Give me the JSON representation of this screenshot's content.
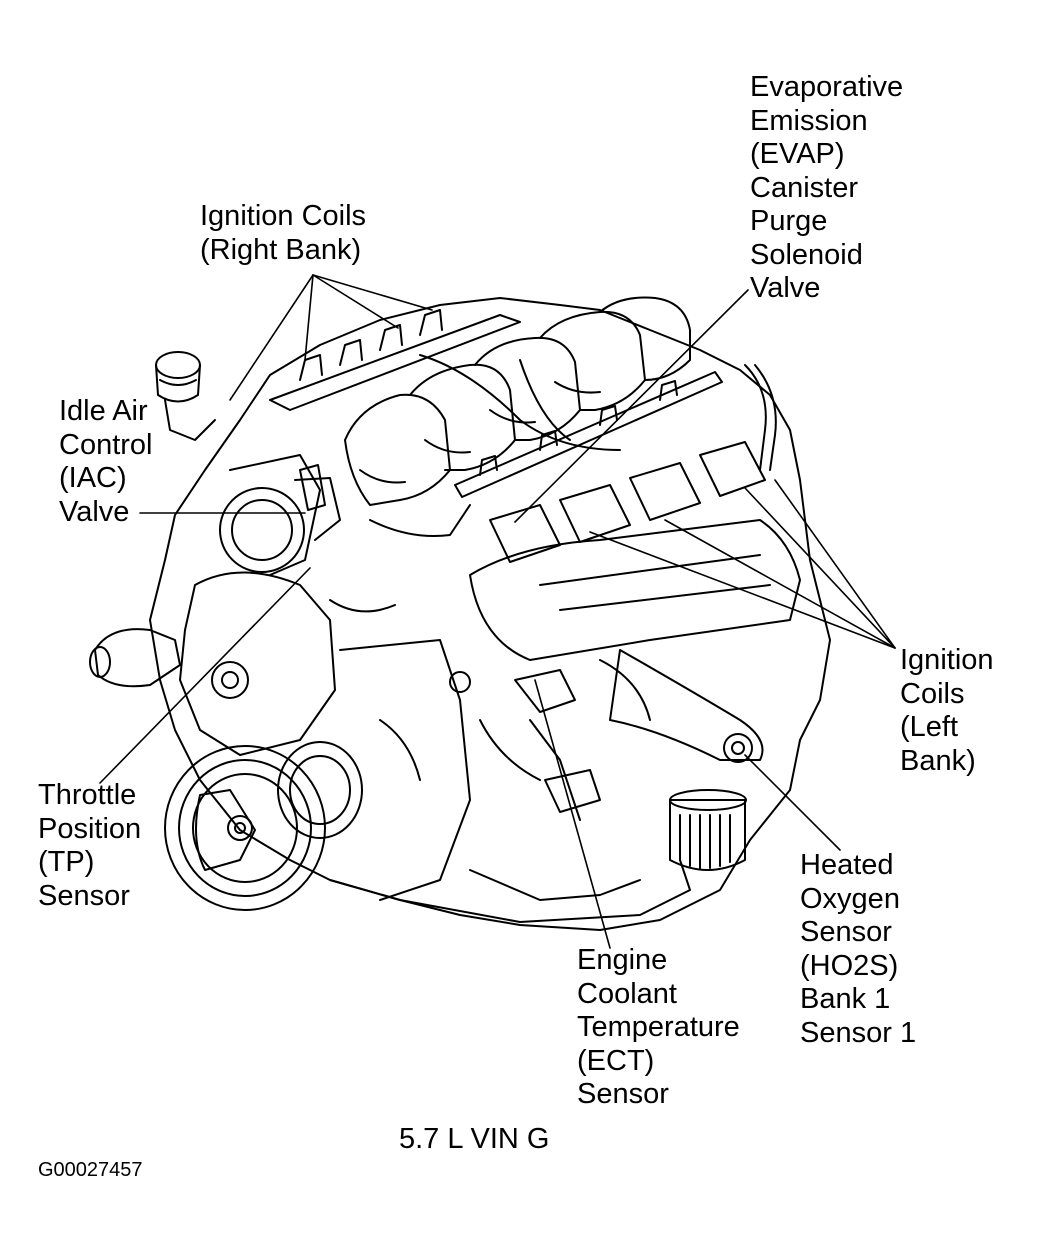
{
  "figure": {
    "caption": "5.7 L VIN G",
    "figure_id": "G00027457"
  },
  "callouts": {
    "ignition_coils_right": "Ignition Coils\n(Right Bank)",
    "evap_valve": "Evaporative\nEmission\n(EVAP)\nCanister\nPurge\nSolenoid\nValve",
    "iac_valve": "Idle Air\nControl\n(IAC)\nValve",
    "ignition_coils_left": "Ignition\nCoils\n(Left\nBank)",
    "tp_sensor": "Throttle\nPosition\n(TP)\nSensor",
    "ho2s": "Heated\nOxygen\nSensor\n(HO2S)\nBank 1\nSensor 1",
    "ect_sensor": "Engine\nCoolant\nTemperature\n(ECT)\nSensor"
  },
  "colors": {
    "ink": "#000000",
    "paper": "#ffffff"
  }
}
